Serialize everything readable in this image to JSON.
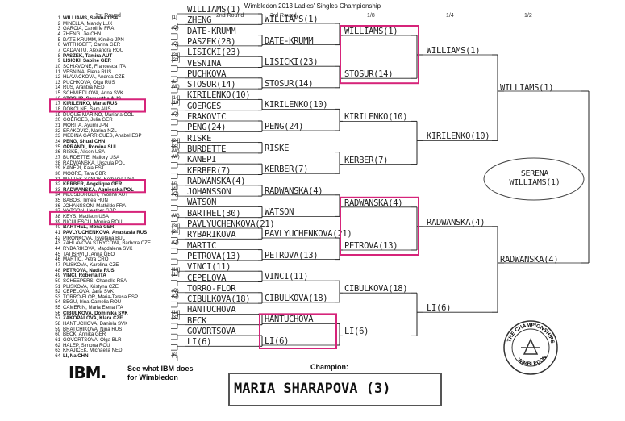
{
  "title": "Wimbledon 2013 Ladies' Singles Championship",
  "rounds": [
    "1st Round",
    "2nd Round",
    "3rd Round",
    "1/8",
    "1/4",
    "1/2"
  ],
  "players": [
    {
      "n": "1",
      "name": "WILLIAMS, Serena USA",
      "b": true,
      "seed": "[1]"
    },
    {
      "n": "2",
      "name": "MINELLA, Mandy LUX"
    },
    {
      "n": "3",
      "name": "GARCIA, Caroline FRA"
    },
    {
      "n": "4",
      "name": "ZHENG, Jie CHN"
    },
    {
      "n": "5",
      "name": "DATE-KRUMM, Kimiko JPN"
    },
    {
      "n": "6",
      "name": "WITTHOEFT, Carina GER"
    },
    {
      "n": "7",
      "name": "CADANTU, Alexandra ROU"
    },
    {
      "n": "8",
      "name": "PASZEK, Tamira AUT",
      "b": true,
      "seed": "[28]"
    },
    {
      "n": "9",
      "name": "LISICKI, Sabine GER",
      "b": true,
      "seed": "[23]"
    },
    {
      "n": "10",
      "name": "SCHIAVONE, Francesca ITA"
    },
    {
      "n": "11",
      "name": "VESNINA, Elena RUS"
    },
    {
      "n": "12",
      "name": "HLAVACKOVA, Andrea CZE"
    },
    {
      "n": "13",
      "name": "PUCHKOVA, Olga RUS"
    },
    {
      "n": "14",
      "name": "RUS, Arantxa NED"
    },
    {
      "n": "15",
      "name": "SCHMIEDLOVA, Anna SVK"
    },
    {
      "n": "16",
      "name": "STOSUR, Samantha AUS",
      "b": true,
      "seed": "[14]"
    },
    {
      "n": "17",
      "name": "KIRILENKO, Maria RUS",
      "b": true,
      "seed": "[10]"
    },
    {
      "n": "18",
      "name": "DOKOLNE, Sam AUS"
    },
    {
      "n": "19",
      "name": "DUQUE-MARINO, Mariana COL"
    },
    {
      "n": "20",
      "name": "GOERGES, Julia GER"
    },
    {
      "n": "21",
      "name": "MORITA, Ayumi JPN"
    },
    {
      "n": "22",
      "name": "ERAKOVIC, Marina NZL"
    },
    {
      "n": "23",
      "name": "MEDINA GARRIGUES, Anabel ESP"
    },
    {
      "n": "24",
      "name": "PENG, Shuai CHN",
      "b": true,
      "seed": "[24]"
    },
    {
      "n": "25",
      "name": "OPRANDI, Romina SUI",
      "b": true,
      "seed": "[31]"
    },
    {
      "n": "26",
      "name": "RISKE, Alison USA",
      "seed": "(W)"
    },
    {
      "n": "27",
      "name": "BURDETTE, Mallory USA",
      "seed": "(W)"
    },
    {
      "n": "28",
      "name": "RADWANSKA, Urszula POL"
    },
    {
      "n": "29",
      "name": "KANEPI, Kaia EST"
    },
    {
      "n": "30",
      "name": "MOORE, Tara GBR"
    },
    {
      "n": "31",
      "name": "MATTEK-SANDS, Bethanie USA"
    },
    {
      "n": "32",
      "name": "KERBER, Angelique GER",
      "b": true,
      "seed": "[7]"
    },
    {
      "n": "33",
      "name": "RADWANSKA, Agnieszka POL",
      "b": true,
      "seed": "[4]"
    },
    {
      "n": "34",
      "name": "MEUSBURGER, Yvonne AUT",
      "seed": "(Q)"
    },
    {
      "n": "35",
      "name": "BABOS, Timea HUN"
    },
    {
      "n": "36",
      "name": "JOHANSSON, Mathilde FRA"
    },
    {
      "n": "37",
      "name": "WATSON, Heather GBR"
    },
    {
      "n": "38",
      "name": "KEYS, Madison USA"
    },
    {
      "n": "39",
      "name": "NICULESCU, Monica ROU"
    },
    {
      "n": "40",
      "name": "BARTHEL, Mona GER",
      "b": true,
      "seed": "[30]"
    },
    {
      "n": "41",
      "name": "PAVLYUCHENKOVA, Anastasia RUS",
      "b": true,
      "seed": "[21]"
    },
    {
      "n": "42",
      "name": "PIRONKOVA, Tsvetana BUL"
    },
    {
      "n": "43",
      "name": "ZAHLAVOVA STRYCOVA, Barbora CZE",
      "seed": "(Q)"
    },
    {
      "n": "44",
      "name": "RYBARIKOVA, Magdalena SVK"
    },
    {
      "n": "45",
      "name": "TATISHVILI, Anna GEO"
    },
    {
      "n": "46",
      "name": "MARTIC, Petra CRO"
    },
    {
      "n": "47",
      "name": "PLISKOVA, Karolina CZE"
    },
    {
      "n": "48",
      "name": "PETROVA, Nadia RUS",
      "b": true,
      "seed": "[13]"
    },
    {
      "n": "49",
      "name": "VINCI, Roberta ITA",
      "b": true,
      "seed": "[11]"
    },
    {
      "n": "50",
      "name": "SCHEEPERS, Chanelle RSA"
    },
    {
      "n": "51",
      "name": "PLISKOVA, Kristyna CZE"
    },
    {
      "n": "52",
      "name": "CEPELOVA, Jana SVK"
    },
    {
      "n": "53",
      "name": "TORRO-FLOR, Maria-Teresa ESP"
    },
    {
      "n": "54",
      "name": "BEGU, Irina-Camelia ROU"
    },
    {
      "n": "55",
      "name": "CAMERIN, Maria Elena ITA"
    },
    {
      "n": "56",
      "name": "CIBULKOVA, Dominika SVK",
      "b": true,
      "seed": "[18]"
    },
    {
      "n": "57",
      "name": "ZAKOPALOVA, Klara CZE",
      "b": true,
      "seed": "[32]"
    },
    {
      "n": "58",
      "name": "HANTUCHOVA, Daniela SVK"
    },
    {
      "n": "59",
      "name": "BRATCHIKOVA, Nina RUS"
    },
    {
      "n": "60",
      "name": "BECK, Annika GER"
    },
    {
      "n": "61",
      "name": "GOVORTSOVA, Olga BLR"
    },
    {
      "n": "62",
      "name": "HALEP, Simona ROU"
    },
    {
      "n": "63",
      "name": "KRAJICEK, Michaella NED"
    },
    {
      "n": "64",
      "name": "LI, Na CHN",
      "b": true,
      "seed": "[6]"
    }
  ],
  "quals": [
    {
      "row": 2,
      "t": "(Q)"
    },
    {
      "row": 5,
      "t": "(Q)"
    },
    {
      "row": 12,
      "t": "(L)"
    },
    {
      "row": 13,
      "t": "(W)"
    },
    {
      "row": 18,
      "t": "(Q)"
    },
    {
      "row": 37,
      "t": "(W)"
    },
    {
      "row": 51,
      "t": "(Q)"
    },
    {
      "row": 52,
      "t": "(Q)"
    }
  ],
  "round2": [
    "WILLIAMS(1)",
    "ZHENG",
    "DATE-KRUMM",
    "PASZEK(28)",
    "LISICKI(23)",
    "VESNINA",
    "PUCHKOVA",
    "STOSUR(14)",
    "KIRILENKO(10)",
    "GOERGES",
    "ERAKOVIC",
    "PENG(24)",
    "RISKE",
    "BURDETTE",
    "KANEPI",
    "KERBER(7)",
    "RADWANSKA(4)",
    "JOHANSSON",
    "WATSON",
    "BARTHEL(30)",
    "PAVLYUCHENKOVA(21)",
    "RYBARIKOVA",
    "MARTIC",
    "PETROVA(13)",
    "VINCI(11)",
    "CEPELOVA",
    "TORRO-FLOR",
    "CIBULKOVA(18)",
    "HANTUCHOVA",
    "BECK",
    "GOVORTSOVA",
    "LI(6)"
  ],
  "round3": [
    "WILLIAMS(1)",
    "DATE-KRUMM",
    "LISICKI(23)",
    "STOSUR(14)",
    "KIRILENKO(10)",
    "PENG(24)",
    "RISKE",
    "KERBER(7)",
    "RADWANSKA(4)",
    "WATSON",
    "PAVLYUCHENKOVA(21)",
    "PETROVA(13)",
    "VINCI(11)",
    "CIBULKOVA(18)",
    "HANTUCHOVA",
    "LI(6)"
  ],
  "round16": [
    "WILLIAMS(1)",
    "STOSUR(14)",
    "KIRILENKO(10)",
    "KERBER(7)",
    "RADWANSKA(4)",
    "PETROVA(13)",
    "CIBULKOVA(18)",
    "LI(6)"
  ],
  "quarter": [
    "WILLIAMS(1)",
    "KIRILENKO(10)",
    "RADWANSKA(4)",
    "LI(6)"
  ],
  "semi": [
    "WILLIAMS(1)",
    "RADWANSKA(4)"
  ],
  "final_pick": "SERENA WILLIAMS(1)",
  "footer": {
    "brand": "IBM.",
    "see_line1": "See what IBM does",
    "see_line2": "for Wimbledon",
    "champion_label": "Champion:",
    "champion": "MARIA SHARAPOVA (3)"
  },
  "logo": {
    "top": "THE CHAMPIONSHIPS",
    "bottom": "WIMBLEDON"
  },
  "colors": {
    "highlight": "#d6247a",
    "ink": "#222222"
  }
}
